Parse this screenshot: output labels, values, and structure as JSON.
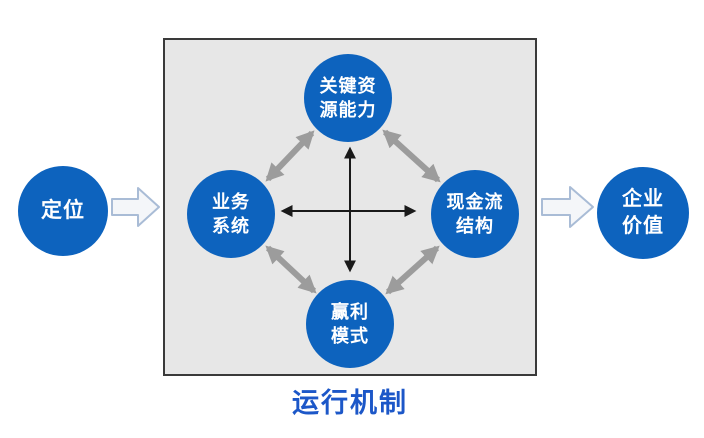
{
  "nodes": {
    "positioning": "定位",
    "key_resources": "关键资\n源能力",
    "business_system": "业务\n系统",
    "cash_flow": "现金流\n结构",
    "profit_model": "赢利\n模式",
    "enterprise_value": "企业\n价值"
  },
  "caption": "运行机制",
  "colors": {
    "node_blue": "#0d63be",
    "caption_blue": "#1c57c8",
    "box_fill": "#e7e7e7",
    "box_border": "#3a3a3a",
    "gray_arrow": "#9c9c9c",
    "black_arrow": "#1a1a1a",
    "block_arrow_fill": "#f4f6f9",
    "block_arrow_stroke": "#a9bcd6"
  }
}
